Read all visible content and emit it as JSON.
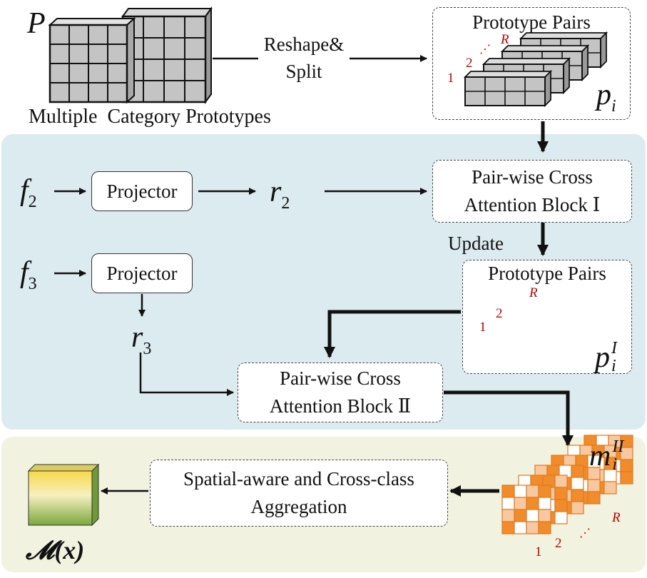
{
  "top": {
    "p_symbol": "P",
    "caption": "Multiple  Category Prototypes",
    "reshape_label": "Reshape&\nSplit",
    "pairs_title": "Prototype Pairs",
    "pairs_symbol": "p",
    "pairs_subscript": "i",
    "index_labels": [
      "1",
      "2",
      "R"
    ]
  },
  "middle": {
    "f2": "f",
    "f2_sub": "2",
    "f3": "f",
    "f3_sub": "3",
    "projector_label": "Projector",
    "r2": "r",
    "r2_sub": "2",
    "r3": "r",
    "r3_sub": "3",
    "block1_label": "Pair-wise Cross\nAttention Block Ⅰ",
    "update_label": "Update",
    "pairs2_title": "Prototype Pairs",
    "pairs2_symbol": "p",
    "pairs2_sup": "I",
    "pairs2_sub": "i",
    "block2_label": "Pair-wise Cross\nAttention Block Ⅱ"
  },
  "bottom": {
    "aggregation_label": "Spatial-aware and Cross-class\nAggregation",
    "m_symbol": "m",
    "m_sup": "II",
    "m_sub": "i",
    "output_label": "𝓜(x)",
    "index_labels": [
      "1",
      "2",
      "R"
    ]
  },
  "colors": {
    "blue_panel": "#dcebf0",
    "yellow_panel": "#f1f3e0",
    "purple": "#8e72b0",
    "orange": "#f08c2c",
    "gray_cube": "#b8b8b8"
  }
}
